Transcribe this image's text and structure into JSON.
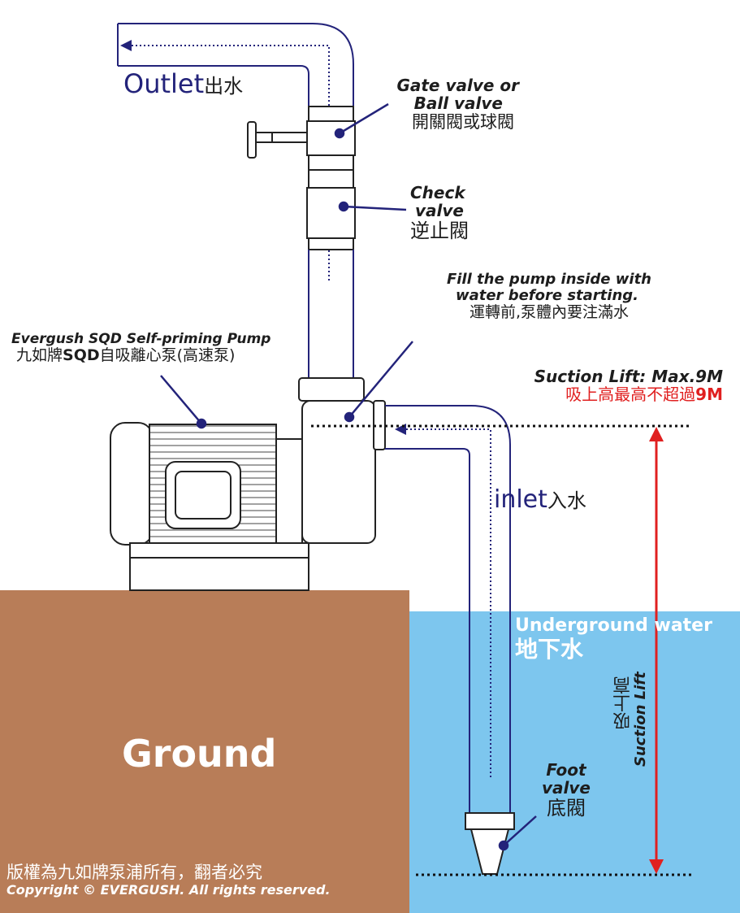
{
  "outlet": {
    "en": "Outlet",
    "zh": "出水"
  },
  "gate_valve": {
    "line1": "Gate valve or",
    "line2": "Ball valve",
    "zh": "開關閥或球閥"
  },
  "check_valve": {
    "line1": "Check",
    "line2": "valve",
    "zh": "逆止閥"
  },
  "fill_note": {
    "line1": "Fill the pump inside with",
    "line2": "water before starting.",
    "zh": "運轉前,泵體內要注滿水"
  },
  "pump": {
    "en": "Evergush SQD Self-priming Pump",
    "zh_prefix": "九如牌",
    "zh_bold": "SQD",
    "zh_suffix": "自吸離心泵(高速泵)"
  },
  "suction_lift_max": {
    "en": "Suction Lift: Max.9M",
    "zh_prefix": "吸上高最高不超過",
    "zh_bold": "9M"
  },
  "inlet": {
    "en": "inlet",
    "zh": "入水"
  },
  "underground_water": {
    "en": "Underground water",
    "zh": "地下水"
  },
  "suction_lift_vertical": {
    "zh": "吸上高",
    "en": "Suction Lift"
  },
  "foot_valve": {
    "line1": "Foot",
    "line2": "valve",
    "zh": "底閥"
  },
  "ground": {
    "label": "Ground"
  },
  "copyright": {
    "zh": "版權為九如牌泵浦所有，翻者必究",
    "en": "Copyright © EVERGUSH. All rights reserved."
  },
  "colors": {
    "ground": "#b87d58",
    "water": "#7dc6ee",
    "navy": "#23237a",
    "red": "#e02020",
    "pipe_stroke": "#23237a",
    "pump_gray": "#ffffff"
  }
}
